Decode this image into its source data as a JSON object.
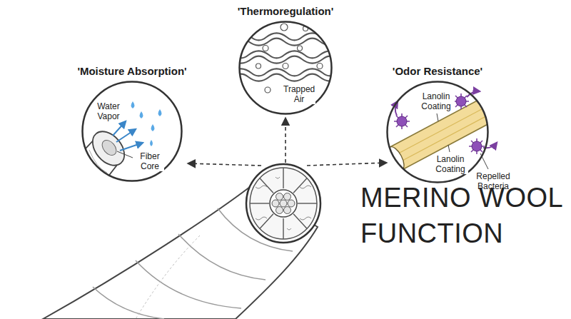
{
  "diagram": {
    "title": "MERINO WOOL FUNCTION",
    "nodes": [
      {
        "text": [
          "'Moisture Absorption'",
          "Water Vapor",
          "Fiber Core"
        ]
      },
      {
        "text": [
          "'Thermoregulation'",
          "Trapped Air"
        ]
      },
      {
        "text": [
          "'Odor Resistance'",
          "Lanolin Coating",
          "Lanolin Coating",
          "Repelled Bacteria"
        ]
      }
    ]
  }
}
